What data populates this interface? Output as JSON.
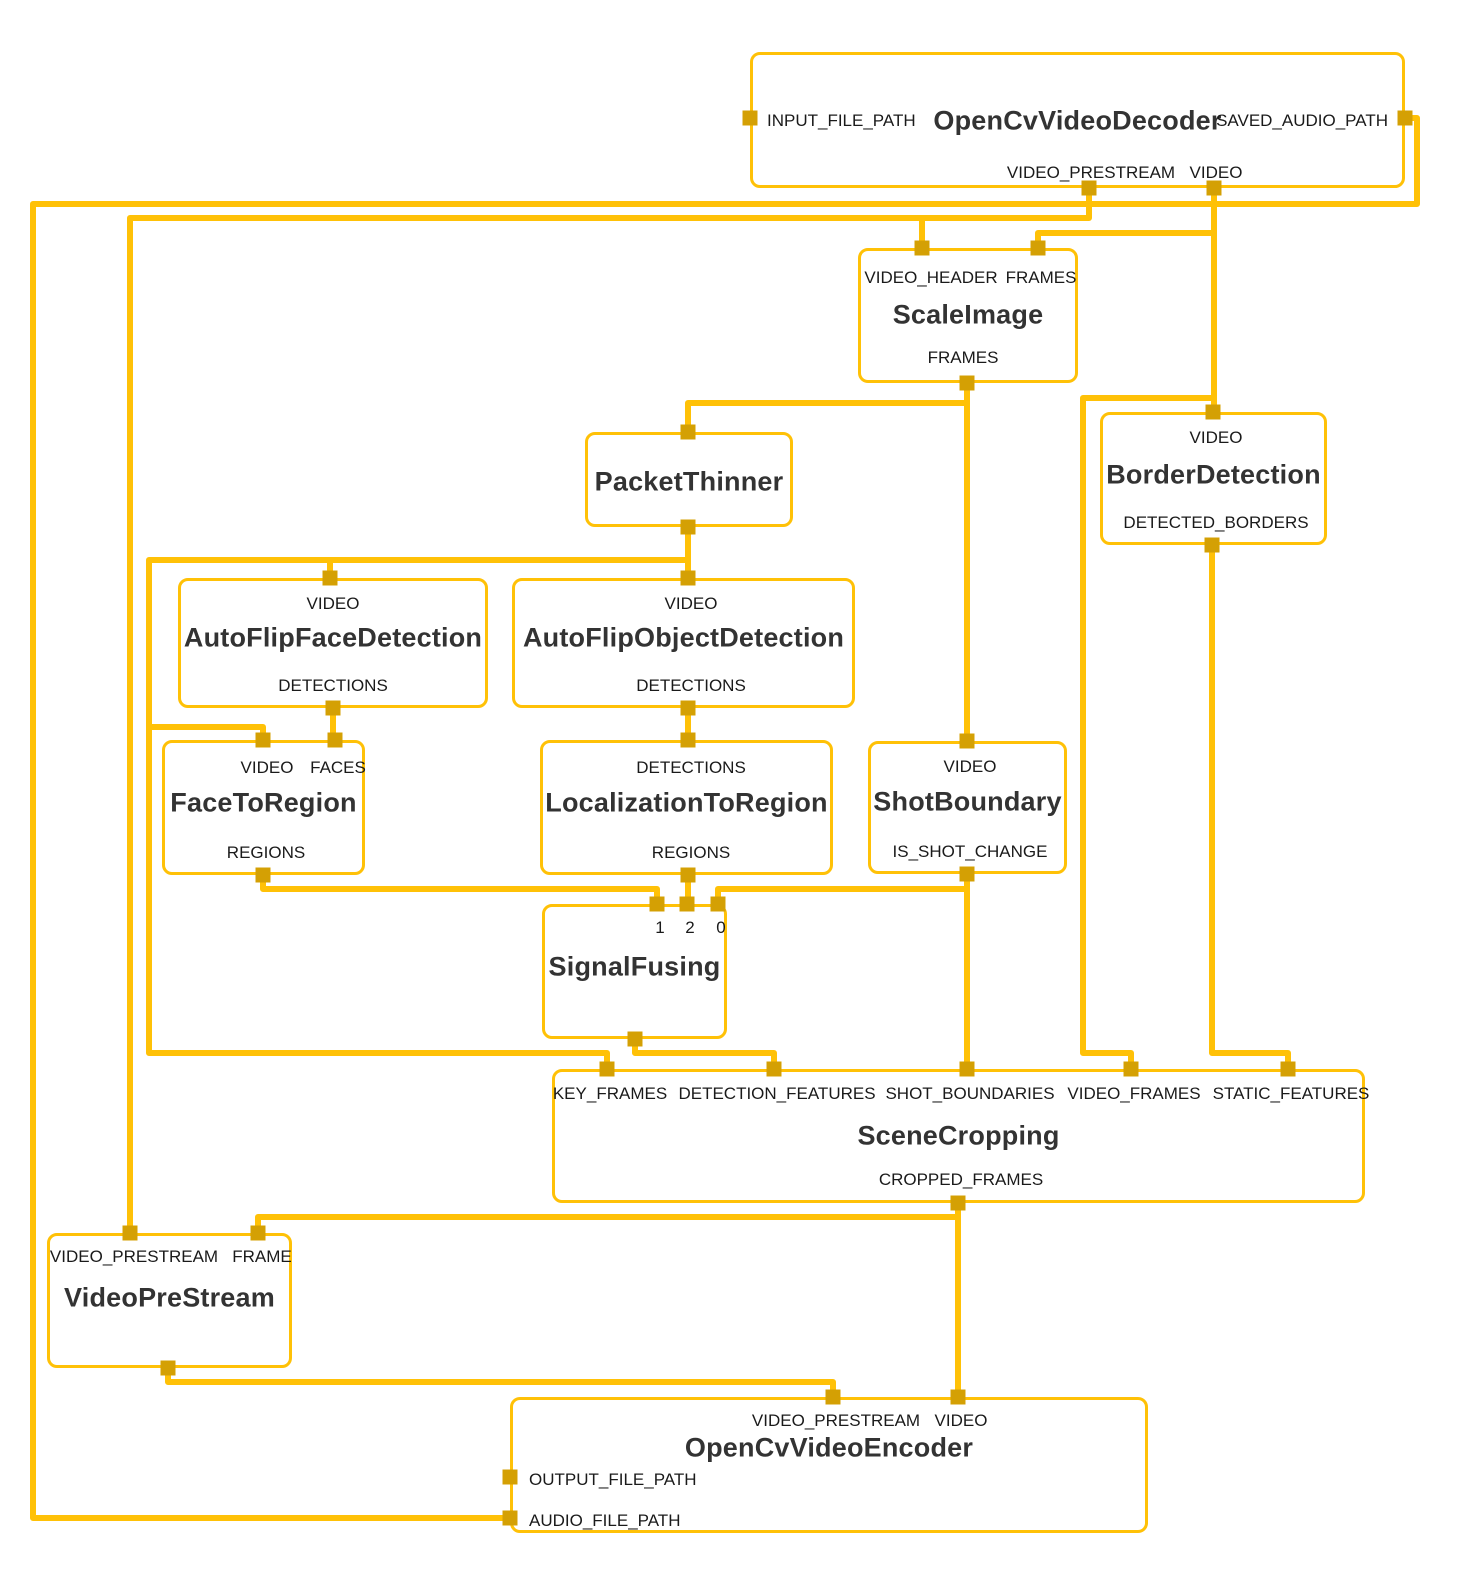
{
  "diagram": {
    "type": "mediapipe-graph",
    "accent_color": "#FFC107",
    "port_color": "#D4A004",
    "background_color": "#FFFFFF",
    "nodes": [
      {
        "id": "decoder",
        "title": "OpenCvVideoDecoder",
        "side_left": [
          "INPUT_FILE_PATH"
        ],
        "side_right": [
          "SAVED_AUDIO_PATH"
        ],
        "inputs": [],
        "outputs": [
          "VIDEO_PRESTREAM",
          "VIDEO"
        ]
      },
      {
        "id": "scale-image",
        "title": "ScaleImage",
        "inputs": [
          "VIDEO_HEADER",
          "FRAMES"
        ],
        "outputs": [
          "FRAMES"
        ]
      },
      {
        "id": "packet-thinner",
        "title": "PacketThinner",
        "inputs": [],
        "outputs": []
      },
      {
        "id": "border-detection",
        "title": "BorderDetection",
        "inputs": [
          "VIDEO"
        ],
        "outputs": [
          "DETECTED_BORDERS"
        ]
      },
      {
        "id": "face-detection",
        "title": "AutoFlipFaceDetection",
        "inputs": [
          "VIDEO"
        ],
        "outputs": [
          "DETECTIONS"
        ]
      },
      {
        "id": "object-detection",
        "title": "AutoFlipObjectDetection",
        "inputs": [
          "VIDEO"
        ],
        "outputs": [
          "DETECTIONS"
        ]
      },
      {
        "id": "face-to-region",
        "title": "FaceToRegion",
        "inputs": [
          "VIDEO",
          "FACES"
        ],
        "outputs": [
          "REGIONS"
        ]
      },
      {
        "id": "localization-to-region",
        "title": "LocalizationToRegion",
        "inputs": [
          "DETECTIONS"
        ],
        "outputs": [
          "REGIONS"
        ]
      },
      {
        "id": "shot-boundary",
        "title": "ShotBoundary",
        "inputs": [
          "VIDEO"
        ],
        "outputs": [
          "IS_SHOT_CHANGE"
        ]
      },
      {
        "id": "signal-fusing",
        "title": "SignalFusing",
        "inputs": [
          "1",
          "2",
          "0"
        ],
        "outputs": []
      },
      {
        "id": "scene-cropping",
        "title": "SceneCropping",
        "inputs": [
          "KEY_FRAMES",
          "DETECTION_FEATURES",
          "SHOT_BOUNDARIES",
          "VIDEO_FRAMES",
          "STATIC_FEATURES"
        ],
        "outputs": [
          "CROPPED_FRAMES"
        ]
      },
      {
        "id": "video-prestream",
        "title": "VideoPreStream",
        "inputs": [
          "VIDEO_PRESTREAM",
          "FRAME"
        ],
        "outputs": []
      },
      {
        "id": "encoder",
        "title": "OpenCvVideoEncoder",
        "side_left": [
          "OUTPUT_FILE_PATH",
          "AUDIO_FILE_PATH"
        ],
        "inputs": [
          "VIDEO_PRESTREAM",
          "VIDEO"
        ],
        "outputs": []
      }
    ]
  }
}
